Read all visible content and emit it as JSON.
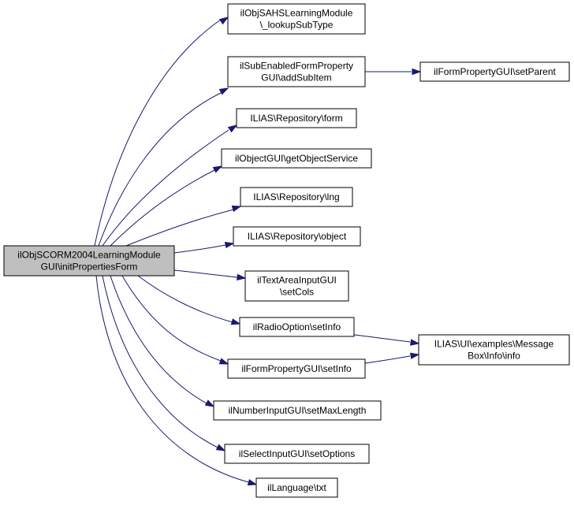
{
  "colors": {
    "root_fill": "#bfbfbf",
    "node_fill": "#ffffff",
    "border": "#000000",
    "edge": "#191970"
  },
  "nodes": [
    {
      "id": "root",
      "lines": [
        "ilObjSCORM2004LearningModule",
        "GUI\\initPropertiesForm"
      ],
      "is_root": true
    },
    {
      "id": "n1",
      "lines": [
        "ilObjSAHSLearningModule",
        "\\_lookupSubType"
      ]
    },
    {
      "id": "n2",
      "lines": [
        "ilSubEnabledFormProperty",
        "GUI\\addSubItem"
      ]
    },
    {
      "id": "n3",
      "lines": [
        "ilFormPropertyGUI\\setParent"
      ]
    },
    {
      "id": "n4",
      "lines": [
        "ILIAS\\Repository\\form"
      ]
    },
    {
      "id": "n5",
      "lines": [
        "ilObjectGUI\\getObjectService"
      ]
    },
    {
      "id": "n6",
      "lines": [
        "ILIAS\\Repository\\lng"
      ]
    },
    {
      "id": "n7",
      "lines": [
        "ILIAS\\Repository\\object"
      ]
    },
    {
      "id": "n8",
      "lines": [
        "ilTextAreaInputGUI",
        "\\setCols"
      ]
    },
    {
      "id": "n9",
      "lines": [
        "ilRadioOption\\setInfo"
      ]
    },
    {
      "id": "n10",
      "lines": [
        "ILIAS\\UI\\examples\\Message",
        "Box\\Info\\info"
      ]
    },
    {
      "id": "n11",
      "lines": [
        "ilFormPropertyGUI\\setInfo"
      ]
    },
    {
      "id": "n12",
      "lines": [
        "ilNumberInputGUI\\setMaxLength"
      ]
    },
    {
      "id": "n13",
      "lines": [
        "ilSelectInputGUI\\setOptions"
      ]
    },
    {
      "id": "n14",
      "lines": [
        "ilLanguage\\txt"
      ]
    }
  ],
  "edges": [
    {
      "from": "root",
      "to": "n1"
    },
    {
      "from": "root",
      "to": "n2"
    },
    {
      "from": "n2",
      "to": "n3"
    },
    {
      "from": "root",
      "to": "n4"
    },
    {
      "from": "root",
      "to": "n5"
    },
    {
      "from": "root",
      "to": "n6"
    },
    {
      "from": "root",
      "to": "n7"
    },
    {
      "from": "root",
      "to": "n8"
    },
    {
      "from": "root",
      "to": "n9"
    },
    {
      "from": "n9",
      "to": "n10"
    },
    {
      "from": "root",
      "to": "n11"
    },
    {
      "from": "n11",
      "to": "n10"
    },
    {
      "from": "root",
      "to": "n12"
    },
    {
      "from": "root",
      "to": "n13"
    },
    {
      "from": "root",
      "to": "n14"
    }
  ]
}
